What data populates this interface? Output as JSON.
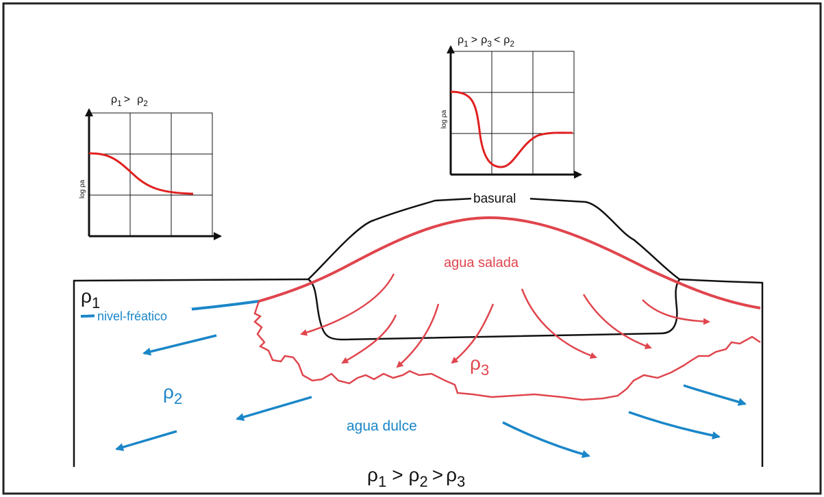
{
  "graph_left": {
    "title_rho1": "ρ",
    "title_sub1": "1",
    "title_op": ">",
    "title_rho2": "ρ",
    "title_sub2": "2",
    "ylabel": "log ρa"
  },
  "graph_right": {
    "title_rho1": "ρ",
    "title_sub1": "1",
    "title_op1": ">",
    "title_rho3": "ρ",
    "title_sub3": "3",
    "title_op2": "<",
    "title_rho2": "ρ",
    "title_sub2": "2",
    "ylabel": "log ρa"
  },
  "labels": {
    "basural": "basural",
    "agua_salada": "agua salada",
    "nivel_freatico": "nivel-fréatico",
    "rho1_symbol": "ρ",
    "rho1_sub": "1",
    "rho2_symbol": "ρ",
    "rho2_sub": "2",
    "rho3_symbol": "ρ",
    "rho3_sub": "3",
    "agua_dulce": "agua dulce"
  },
  "bottom_formula": {
    "r1": "ρ",
    "s1": "1",
    "op1": ">",
    "r2": "ρ",
    "s2": "2",
    "op2": ">",
    "r3": "ρ",
    "s3": "3"
  },
  "colors": {
    "red": "#e0454d",
    "blue": "#1a86c8",
    "black": "#111111",
    "curve_red": "#e02020"
  }
}
